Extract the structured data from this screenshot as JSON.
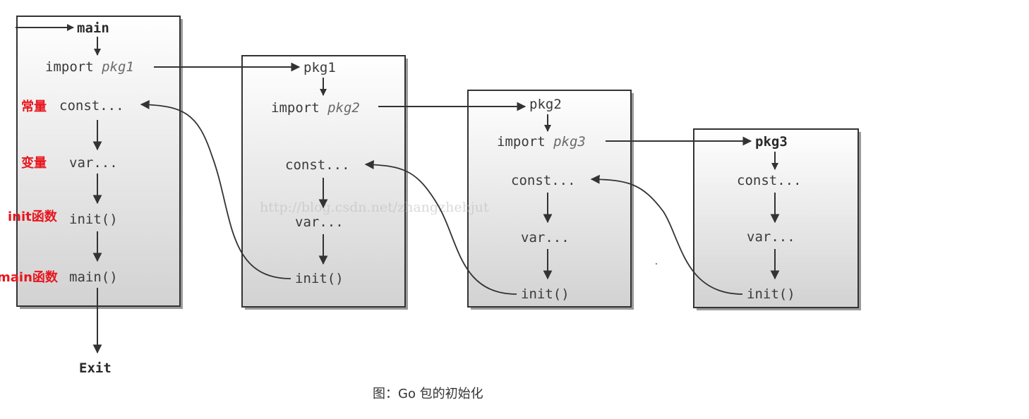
{
  "main_box": {
    "entry": "main",
    "import_kw": "import",
    "import_pkg": "pkg1",
    "const": "const...",
    "var": "var...",
    "init": "init()",
    "main": "main()",
    "exit": "Exit"
  },
  "pkg1_box": {
    "title": "pkg1",
    "import_kw": "import",
    "import_pkg": "pkg2",
    "const": "const...",
    "var": "var...",
    "init": "init()"
  },
  "pkg2_box": {
    "title": "pkg2",
    "import_kw": "import",
    "import_pkg": "pkg3",
    "const": "const...",
    "var": "var...",
    "init": "init()"
  },
  "pkg3_box": {
    "title": "pkg3",
    "const": "const...",
    "var": "var...",
    "init": "init()"
  },
  "annotations": {
    "const": "常量",
    "var": "变量",
    "init": "init函数",
    "main": "main函数",
    "color": "#e8161e"
  },
  "watermark": "http://blog.csdn.net/zhangzhebjut",
  "caption": "图：Go 包的初始化"
}
